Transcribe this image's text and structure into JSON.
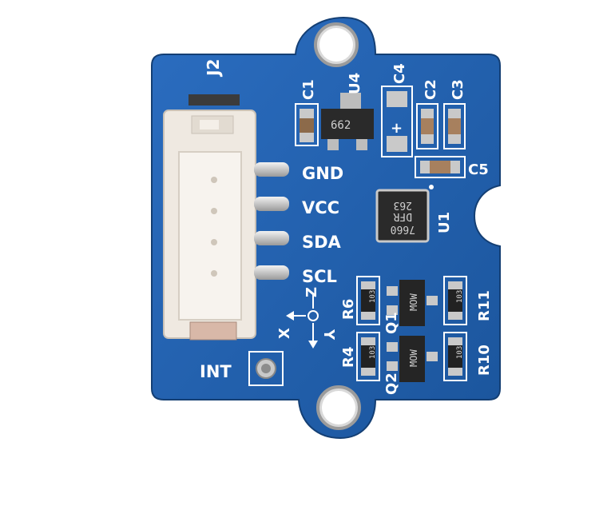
{
  "board": {
    "connector_label": "J2",
    "pins": [
      "GND",
      "VCC",
      "SDA",
      "SCL"
    ],
    "int_label": "INT",
    "axes": {
      "x": "X",
      "y": "Y",
      "z": "Z"
    },
    "designators": {
      "c1": "C1",
      "u4": "U4",
      "c4": "C4",
      "c2": "C2",
      "c3": "C3",
      "c5": "C5",
      "u1": "U1",
      "r6": "R6",
      "r11": "R11",
      "q1": "Q1",
      "r4": "R4",
      "r10": "R10",
      "q2": "Q2"
    },
    "chip_u4_marking": "662",
    "chip_u1_marking": [
      "263",
      "DFR",
      "7660"
    ],
    "transistor_marking": "MOW",
    "resistor_marking": "103",
    "polarity_mark": "+",
    "colors": {
      "pcb": "#1f5fae",
      "pcb_edge": "#2a6fc2",
      "silkscreen": "#ffffff",
      "connector": "#efe9e1",
      "chip": "#2a2a2a",
      "pad": "#c9c9c9"
    }
  }
}
